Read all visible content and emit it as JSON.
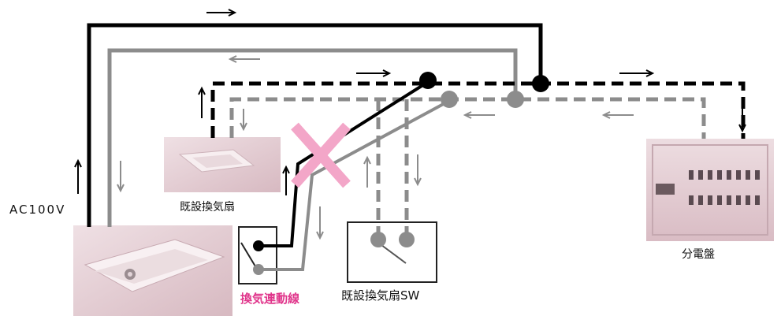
{
  "labels": {
    "ac_supply": "AC100V",
    "existing_fan": "既設換気扇",
    "link_wire": "換気連動線",
    "existing_fan_switch": "既設換気扇SW",
    "distribution_board": "分電盤"
  },
  "colors": {
    "live": "#000000",
    "neutral": "#8c8c8c",
    "remove_mark": "#f3a6c8",
    "link_label": "#e0358b",
    "device_photo": "#e3cdd3"
  },
  "icons": {
    "flow_arrows": "arrow-icon",
    "remove_mark": "cross-icon",
    "switch": "switch-lever-icon"
  }
}
